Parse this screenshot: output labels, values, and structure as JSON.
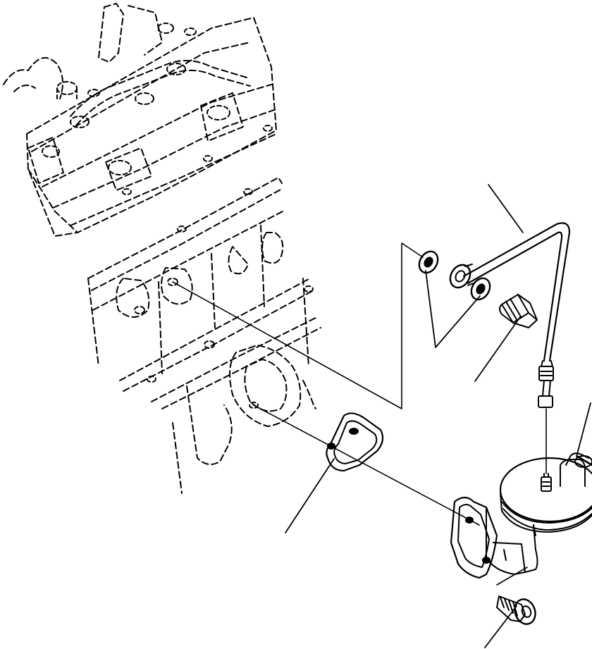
{
  "diagram": {
    "kind": "exploded parts view (line art, no printed text)",
    "line_color": "#000000",
    "background_color": "#ffffff",
    "parts": [
      {
        "id": "cylinder-head",
        "style": "phantom (dashed)"
      },
      {
        "id": "engine-block",
        "style": "phantom (dashed)"
      },
      {
        "id": "fuel-tube",
        "style": "solid"
      },
      {
        "id": "washer-upper",
        "style": "solid"
      },
      {
        "id": "banjo-fitting",
        "style": "solid"
      },
      {
        "id": "washer-lower",
        "style": "solid"
      },
      {
        "id": "banjo-bolt",
        "style": "solid"
      },
      {
        "id": "gasket",
        "style": "solid"
      },
      {
        "id": "fuel-feed-pump",
        "style": "solid"
      },
      {
        "id": "mounting-bolt",
        "style": "solid"
      }
    ],
    "leader_lines": [
      "fuel-tube",
      "washers",
      "banjo-bolt",
      "pump-outlet",
      "gasket",
      "mounting-bolt"
    ]
  }
}
